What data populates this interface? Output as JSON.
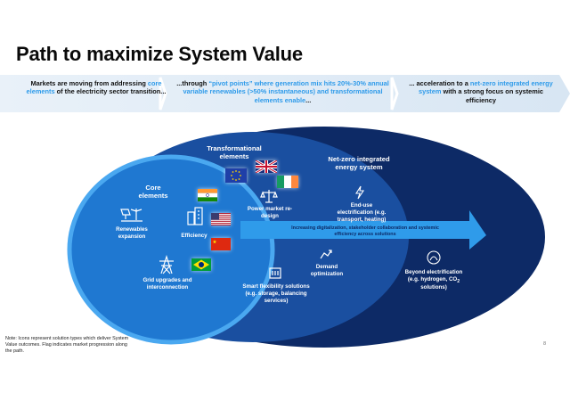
{
  "title": "Path to maximize System Value",
  "banner": {
    "col1": {
      "pre": "Markets are moving from addressing ",
      "hl": "core elements",
      "post": " of the electricity sector transition..."
    },
    "col2": {
      "pre": "...through ",
      "hl": "“pivot points” where generation mix hits 20%-30% annual variable renewables (>50% instantaneous) and transformational elements enable",
      "post": "..."
    },
    "col3": {
      "pre": "... acceleration to a ",
      "hl": "net-zero integrated energy system",
      "post": " with a strong focus on systemic efficiency"
    }
  },
  "diagram": {
    "core_title": "Core elements",
    "transformational_title": "Transformational elements",
    "netzero_title": "Net-zero integrated energy system",
    "arrow_text": "Increasing digitalization, stakeholder collaboration and systemic efficiency across solutions",
    "items": {
      "renewables": "Renewables expansion",
      "efficiency": "Efficiency",
      "grid": "Grid upgrades and interconnection",
      "power_market": "Power market re-design",
      "smart_flex": "Smart flexibility solutions (e.g. storage, balancing services)",
      "demand": "Demand optimization",
      "end_use": "End-use electrification (e.g. transport, heating)",
      "beyond_pre": "Beyond electrification (e.g. hydrogen, CO",
      "beyond_sub": "2",
      "beyond_post": " solutions)"
    },
    "flags": [
      "eu-flag",
      "uk-flag",
      "ireland-flag",
      "india-flag",
      "usa-flag",
      "china-flag",
      "brazil-flag"
    ],
    "colors": {
      "outer": "#0d2a66",
      "middle": "#1a4fa0",
      "inner": "#1f78d1",
      "inner_ring": "#4aa8f0",
      "arrow": "#2f9bea"
    }
  },
  "footer": {
    "note": "Note: Icons represent solution types which deliver System Value outcomes. Flag indicates market progression along the path.",
    "page": "8"
  }
}
